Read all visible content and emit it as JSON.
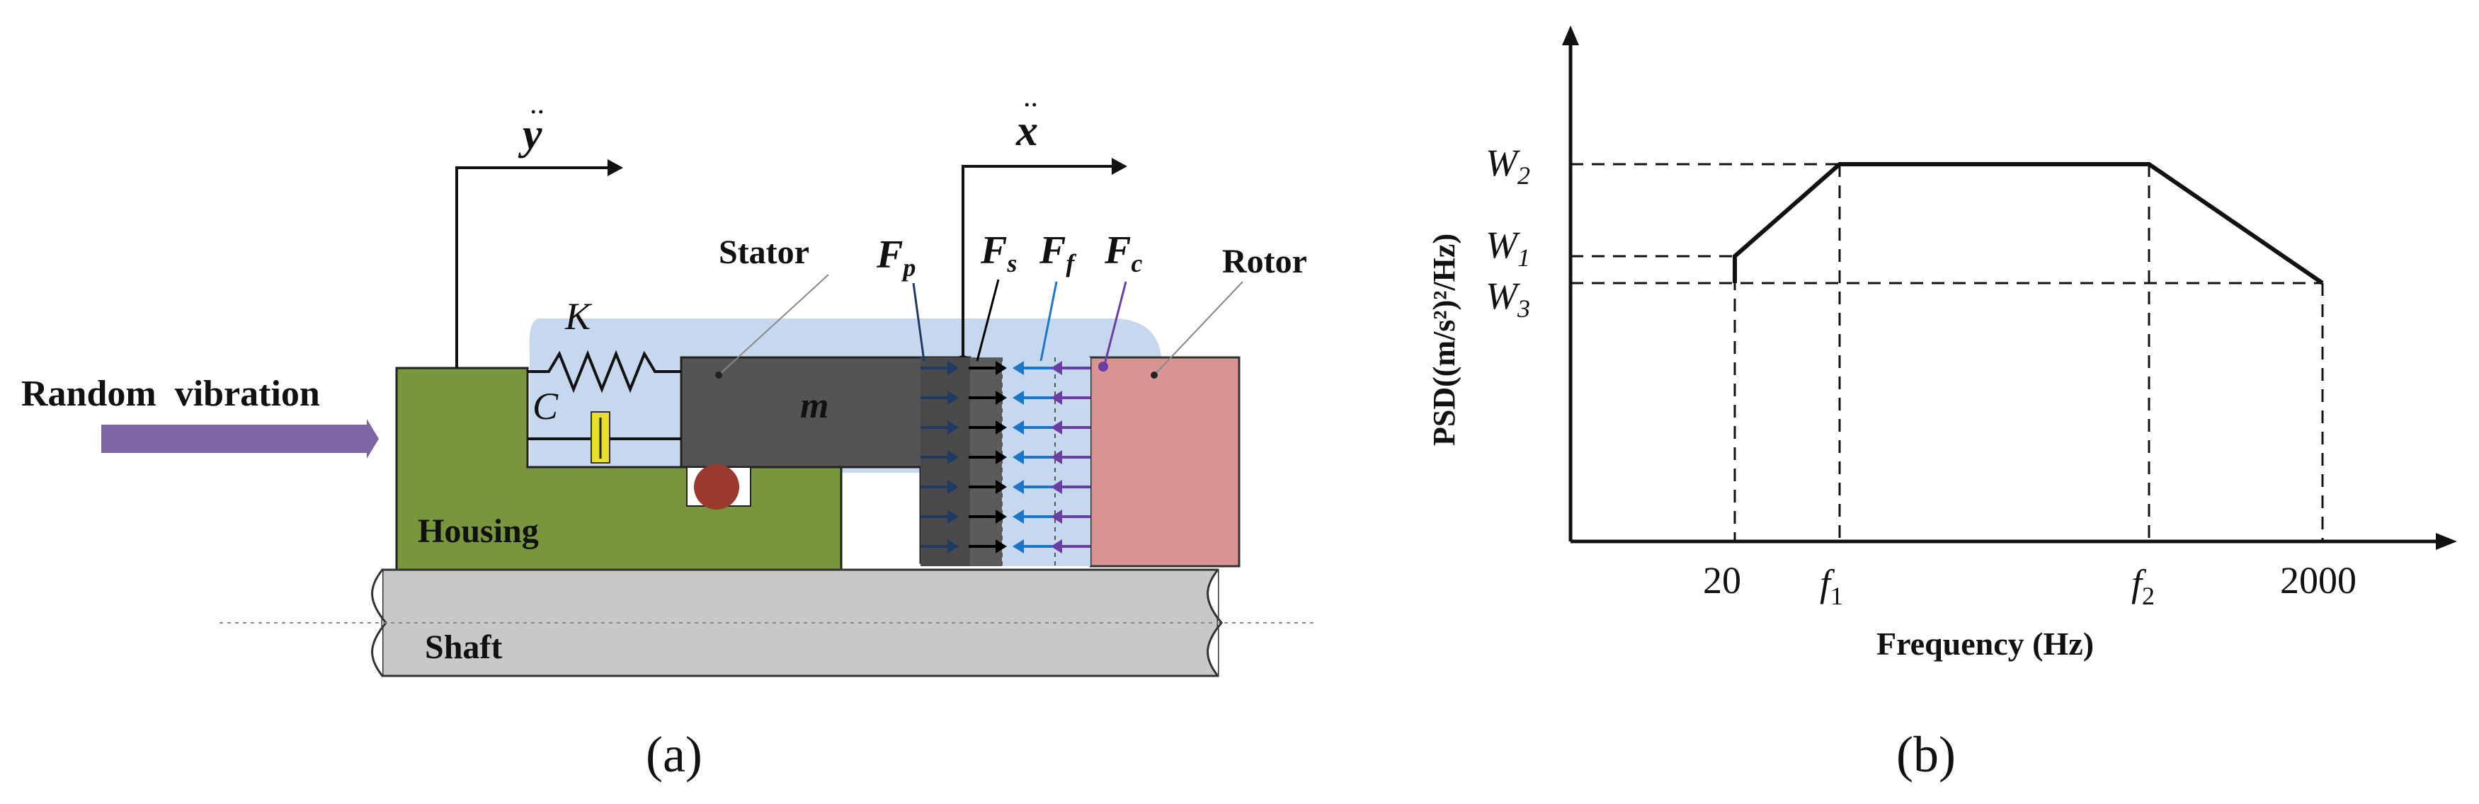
{
  "panel_a": {
    "input_label": "Random  vibration",
    "y_label": "y",
    "x_label": "x",
    "stator_label": "Stator",
    "rotor_label": "Rotor",
    "housing_label": "Housing",
    "shaft_label": "Shaft",
    "spring_label": "K",
    "damper_label": "C",
    "mass_label": "m",
    "forces": [
      {
        "base": "F",
        "sub": "p"
      },
      {
        "base": "F",
        "sub": "s"
      },
      {
        "base": "F",
        "sub": "f"
      },
      {
        "base": "F",
        "sub": "c"
      }
    ],
    "caption": "(a)",
    "colors": {
      "housing": "#78963c",
      "stator": "#545454",
      "rotor": "#d89490",
      "fluid": "#c6d8ee",
      "shaft": "#c8c8c8",
      "input_arrow": "#7d66a3",
      "arrow_dark_blue": "#1f3a63",
      "arrow_black": "#000000",
      "arrow_blue": "#1a76c8",
      "arrow_purple": "#6b3da3",
      "ball": "#9a3a2c",
      "damper": "#e8df2a"
    }
  },
  "chart_data": {
    "type": "line",
    "ylabel": "PSD((m/s²)²/Hz)",
    "xlabel": "Frequency (Hz)",
    "x_ticks": [
      "20",
      "f1",
      "f2",
      "2000"
    ],
    "y_ticks": [
      "W2",
      "W1",
      "W3"
    ],
    "series": [
      {
        "points": [
          {
            "x": "20",
            "y": "W1"
          },
          {
            "x": "f1",
            "y": "W2"
          },
          {
            "x": "f2",
            "y": "W2"
          },
          {
            "x": "2000",
            "y": "W3"
          }
        ]
      }
    ],
    "caption": "(b)"
  }
}
